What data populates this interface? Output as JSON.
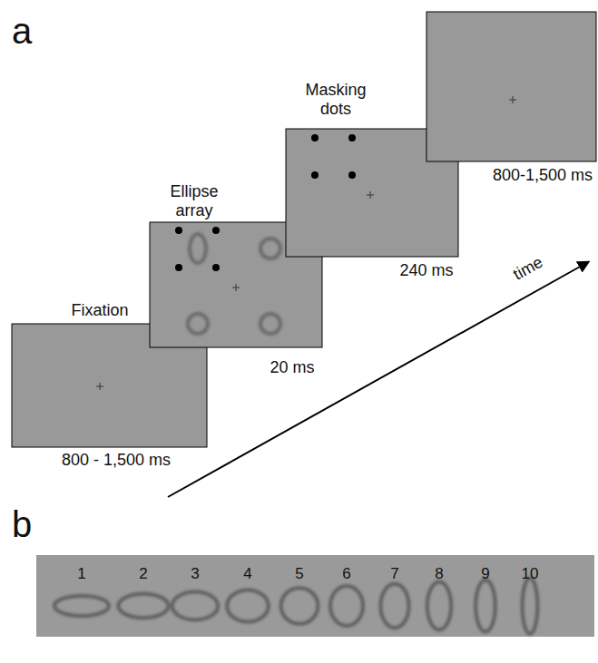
{
  "diagram": {
    "labels": [
      "a",
      "Fixation",
      "800 - 1,500 ms",
      "Ellipse array",
      "20 ms",
      "Masking dots",
      "240 ms",
      "800-1,500 ms",
      "time",
      "b",
      "1",
      "2",
      "3",
      "4",
      "5",
      "6",
      "7",
      "8",
      "9",
      "10"
    ]
  }
}
